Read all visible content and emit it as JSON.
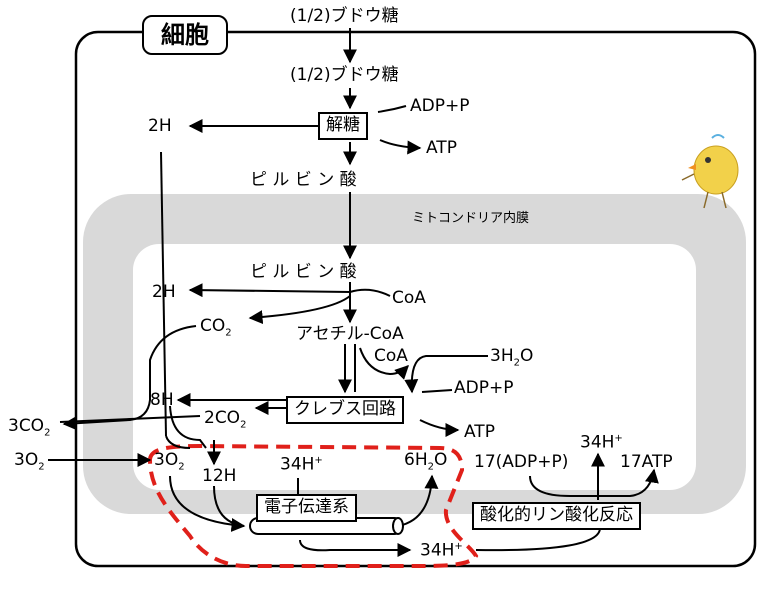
{
  "cell_label": "細胞",
  "mito_label": "ミトコンドリア内膜",
  "glucose_top": "(1/2)ブドウ糖",
  "glucose_inside": "(1/2)ブドウ糖",
  "glycolysis": "解糖",
  "adp_p_top": "ADP+P",
  "atp_top": "ATP",
  "h2_glycolysis": "2H",
  "pyruvate_out": "ピ ル ビ ン 酸",
  "pyruvate_in": "ピ ル ビ ン 酸",
  "h2_matrix": "2H",
  "coa_in": "CoA",
  "co2": "CO",
  "co2_sub": "2",
  "acetyl_coa": "アセチル-CoA",
  "coa_out": "CoA",
  "h2o3": "3H",
  "h2o3_sub": "2",
  "h2o3_tail": "O",
  "adp_p_krebs": "ADP+P",
  "h8": "8H",
  "co2x2": "2CO",
  "co2x2_sub": "2",
  "krebs": "クレブス回路",
  "atp_krebs": "ATP",
  "co2x3": "3CO",
  "co2x3_sub": "2",
  "o2x3_out": "3O",
  "o2x3_out_sub": "2",
  "o2x3_in": "3O",
  "o2x3_in_sub": "2",
  "h12": "12H",
  "h34_top": "34H",
  "h34_top_sup": "+",
  "h2o6": "6H",
  "h2o6_sub": "2",
  "h2o6_tail": "O",
  "adp_p17": "17(ADP+P)",
  "h34_right": "34H",
  "h34_right_sup": "+",
  "atp17": "17ATP",
  "etc": "電子伝達系",
  "ox_phos": "酸化的リン酸化反応",
  "h34_bottom": "34H",
  "h34_bottom_sup": "+",
  "colors": {
    "membrane": "#d9d9d9",
    "dashed": "#e0201a",
    "line": "#000000"
  }
}
